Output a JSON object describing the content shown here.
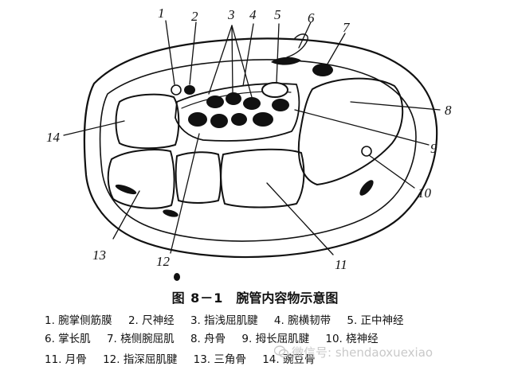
{
  "figure": {
    "number": "图 8－1",
    "title": "腕管内容物示意图"
  },
  "callouts": [
    "1",
    "2",
    "3",
    "4",
    "5",
    "6",
    "7",
    "8",
    "9",
    "10",
    "11",
    "12",
    "13",
    "14"
  ],
  "legend": [
    [
      "1. 腕掌侧筋膜",
      "2. 尺神经",
      "3. 指浅屈肌腱",
      "4. 腕横韧带",
      "5. 正中神经"
    ],
    [
      "6. 掌长肌",
      "7. 桡侧腕屈肌",
      "8. 舟骨",
      "9. 拇长屈肌腱",
      "10. 桡神经"
    ],
    [
      "11. 月骨",
      "12. 指深屈肌腱",
      "13. 三角骨",
      "14. 豌豆骨"
    ]
  ],
  "watermark": "微信号: shendaoxuexiao"
}
